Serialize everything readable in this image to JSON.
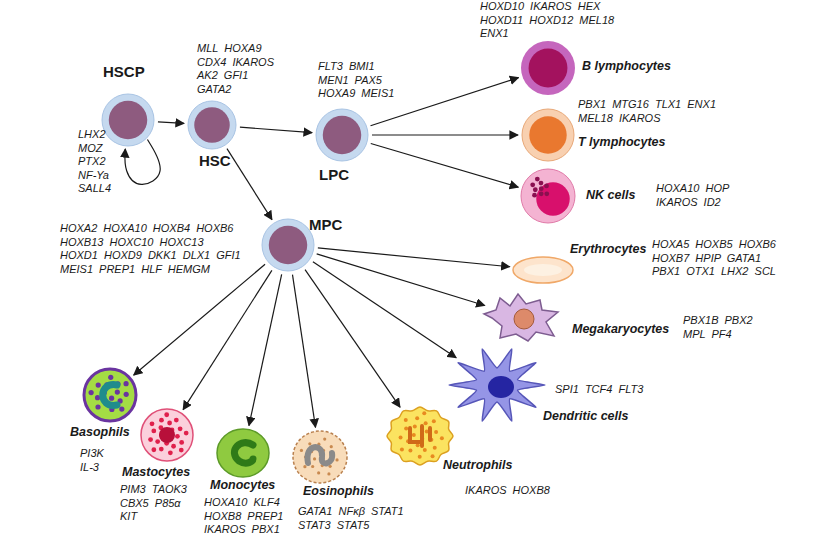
{
  "diagram": {
    "nodes": [
      {
        "text": [
          "HSCP",
          "LHX2 MOZ PTX2 NF-Ya SALL4"
        ]
      },
      {
        "text": [
          "HSC",
          "MLL HOXA9 CDX4 IKAROS AK2 GFI1 GATA2"
        ]
      },
      {
        "text": [
          "LPC",
          "FLT3 BMI1 MEN1 PAX5 HOXA9 MEIS1"
        ]
      },
      {
        "text": [
          "MPC",
          "HOXA2 HOXA10 HOXB4 HOXB6 HOXB13 HOXC10 HOXC13 HOXD1 HOXD9 DKK1 DLX1 GFI1 MEIS1 PREP1 HLF HEMGM"
        ]
      },
      {
        "text": [
          "B lymphocytes",
          "HOXD10 IKAROS HEX HOXD11 HOXD12 MEL18 ENX1"
        ]
      },
      {
        "text": [
          "T lymphocytes",
          "PBX1 MTG16 TLX1 ENX1 MEL18 IKAROS"
        ]
      },
      {
        "text": [
          "NK cells",
          "HOXA10 HOP IKAROS ID2"
        ]
      },
      {
        "text": [
          "Erythrocytes",
          "HOXA5 HOXB5 HOXB6 HOXB7 HPIP GATA1 PBX1 OTX1 LHX2 SCL"
        ]
      },
      {
        "text": [
          "Megakaryocytes",
          "PBX1B PBX2 MPL PF4"
        ]
      },
      {
        "text": [
          "Dendritic cells",
          "SPI1 TCF4 FLT3"
        ]
      },
      {
        "text": [
          "Basophils",
          "PI3K IL-3"
        ]
      },
      {
        "text": [
          "Mastocytes",
          "PIM3 TAOK3 CBX5 P85α KIT"
        ]
      },
      {
        "text": [
          "Monocytes",
          "HOXA10 KLF4 HOXB8 PREP1 IKAROS PBX1"
        ]
      },
      {
        "text": [
          "Eosinophils",
          "GATA1 NFκβ STAT1 STAT3 STAT5"
        ]
      },
      {
        "text": [
          "Neutrophils",
          "IKAROS HOXB8"
        ]
      }
    ],
    "edges": [
      {
        "from": 0,
        "to": 1,
        "arrow": "to"
      },
      {
        "from": 0,
        "to": 0,
        "arrow": "to"
      },
      {
        "from": 1,
        "to": 2,
        "arrow": "to"
      },
      {
        "from": 1,
        "to": 3,
        "arrow": "to"
      },
      {
        "from": 2,
        "to": 4,
        "arrow": "to"
      },
      {
        "from": 2,
        "to": 5,
        "arrow": "to"
      },
      {
        "from": 2,
        "to": 6,
        "arrow": "to"
      },
      {
        "from": 3,
        "to": 7,
        "arrow": "to"
      },
      {
        "from": 3,
        "to": 8,
        "arrow": "to"
      },
      {
        "from": 3,
        "to": 9,
        "arrow": "to"
      },
      {
        "from": 3,
        "to": 10,
        "arrow": "to"
      },
      {
        "from": 3,
        "to": 11,
        "arrow": "to"
      },
      {
        "from": 3,
        "to": 12,
        "arrow": "to"
      },
      {
        "from": 3,
        "to": 13,
        "arrow": "to"
      },
      {
        "from": 3,
        "to": 14,
        "arrow": "to"
      }
    ]
  }
}
